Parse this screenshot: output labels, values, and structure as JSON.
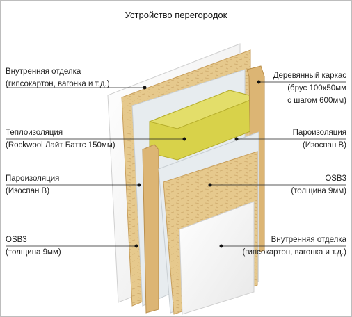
{
  "title": "Устройство перегородок",
  "labels": {
    "left": [
      {
        "line1": "Внутренняя отделка",
        "line2": "(гипсокартон, вагонка и т.д.)"
      },
      {
        "line1": "Теплоизоляция",
        "line2": "(Rockwool Лайт Баттс 150мм)"
      },
      {
        "line1": "Пароизоляция",
        "line2": "(Изоспан В)"
      },
      {
        "line1": "OSB3",
        "line2": "(толщина 9мм)"
      }
    ],
    "right": [
      {
        "line1": "Деревянный каркас",
        "line2": "(брус 100х50мм",
        "line3": "с шагом 600мм)"
      },
      {
        "line1": "Пароизоляция",
        "line2": "(Изоспан В)"
      },
      {
        "line1": "OSB3",
        "line2": "(толщина 9мм)"
      },
      {
        "line1": "Внутренняя отделка",
        "line2": "(гипсокартон, вагонка и т.д.)"
      }
    ]
  },
  "colors": {
    "gypsum": "#f3f3f3",
    "osb": "#e6c98d",
    "wood": "#dcb574",
    "insulation": "#d8d24a",
    "membrane": "#e7ecef",
    "line": "#222222"
  }
}
